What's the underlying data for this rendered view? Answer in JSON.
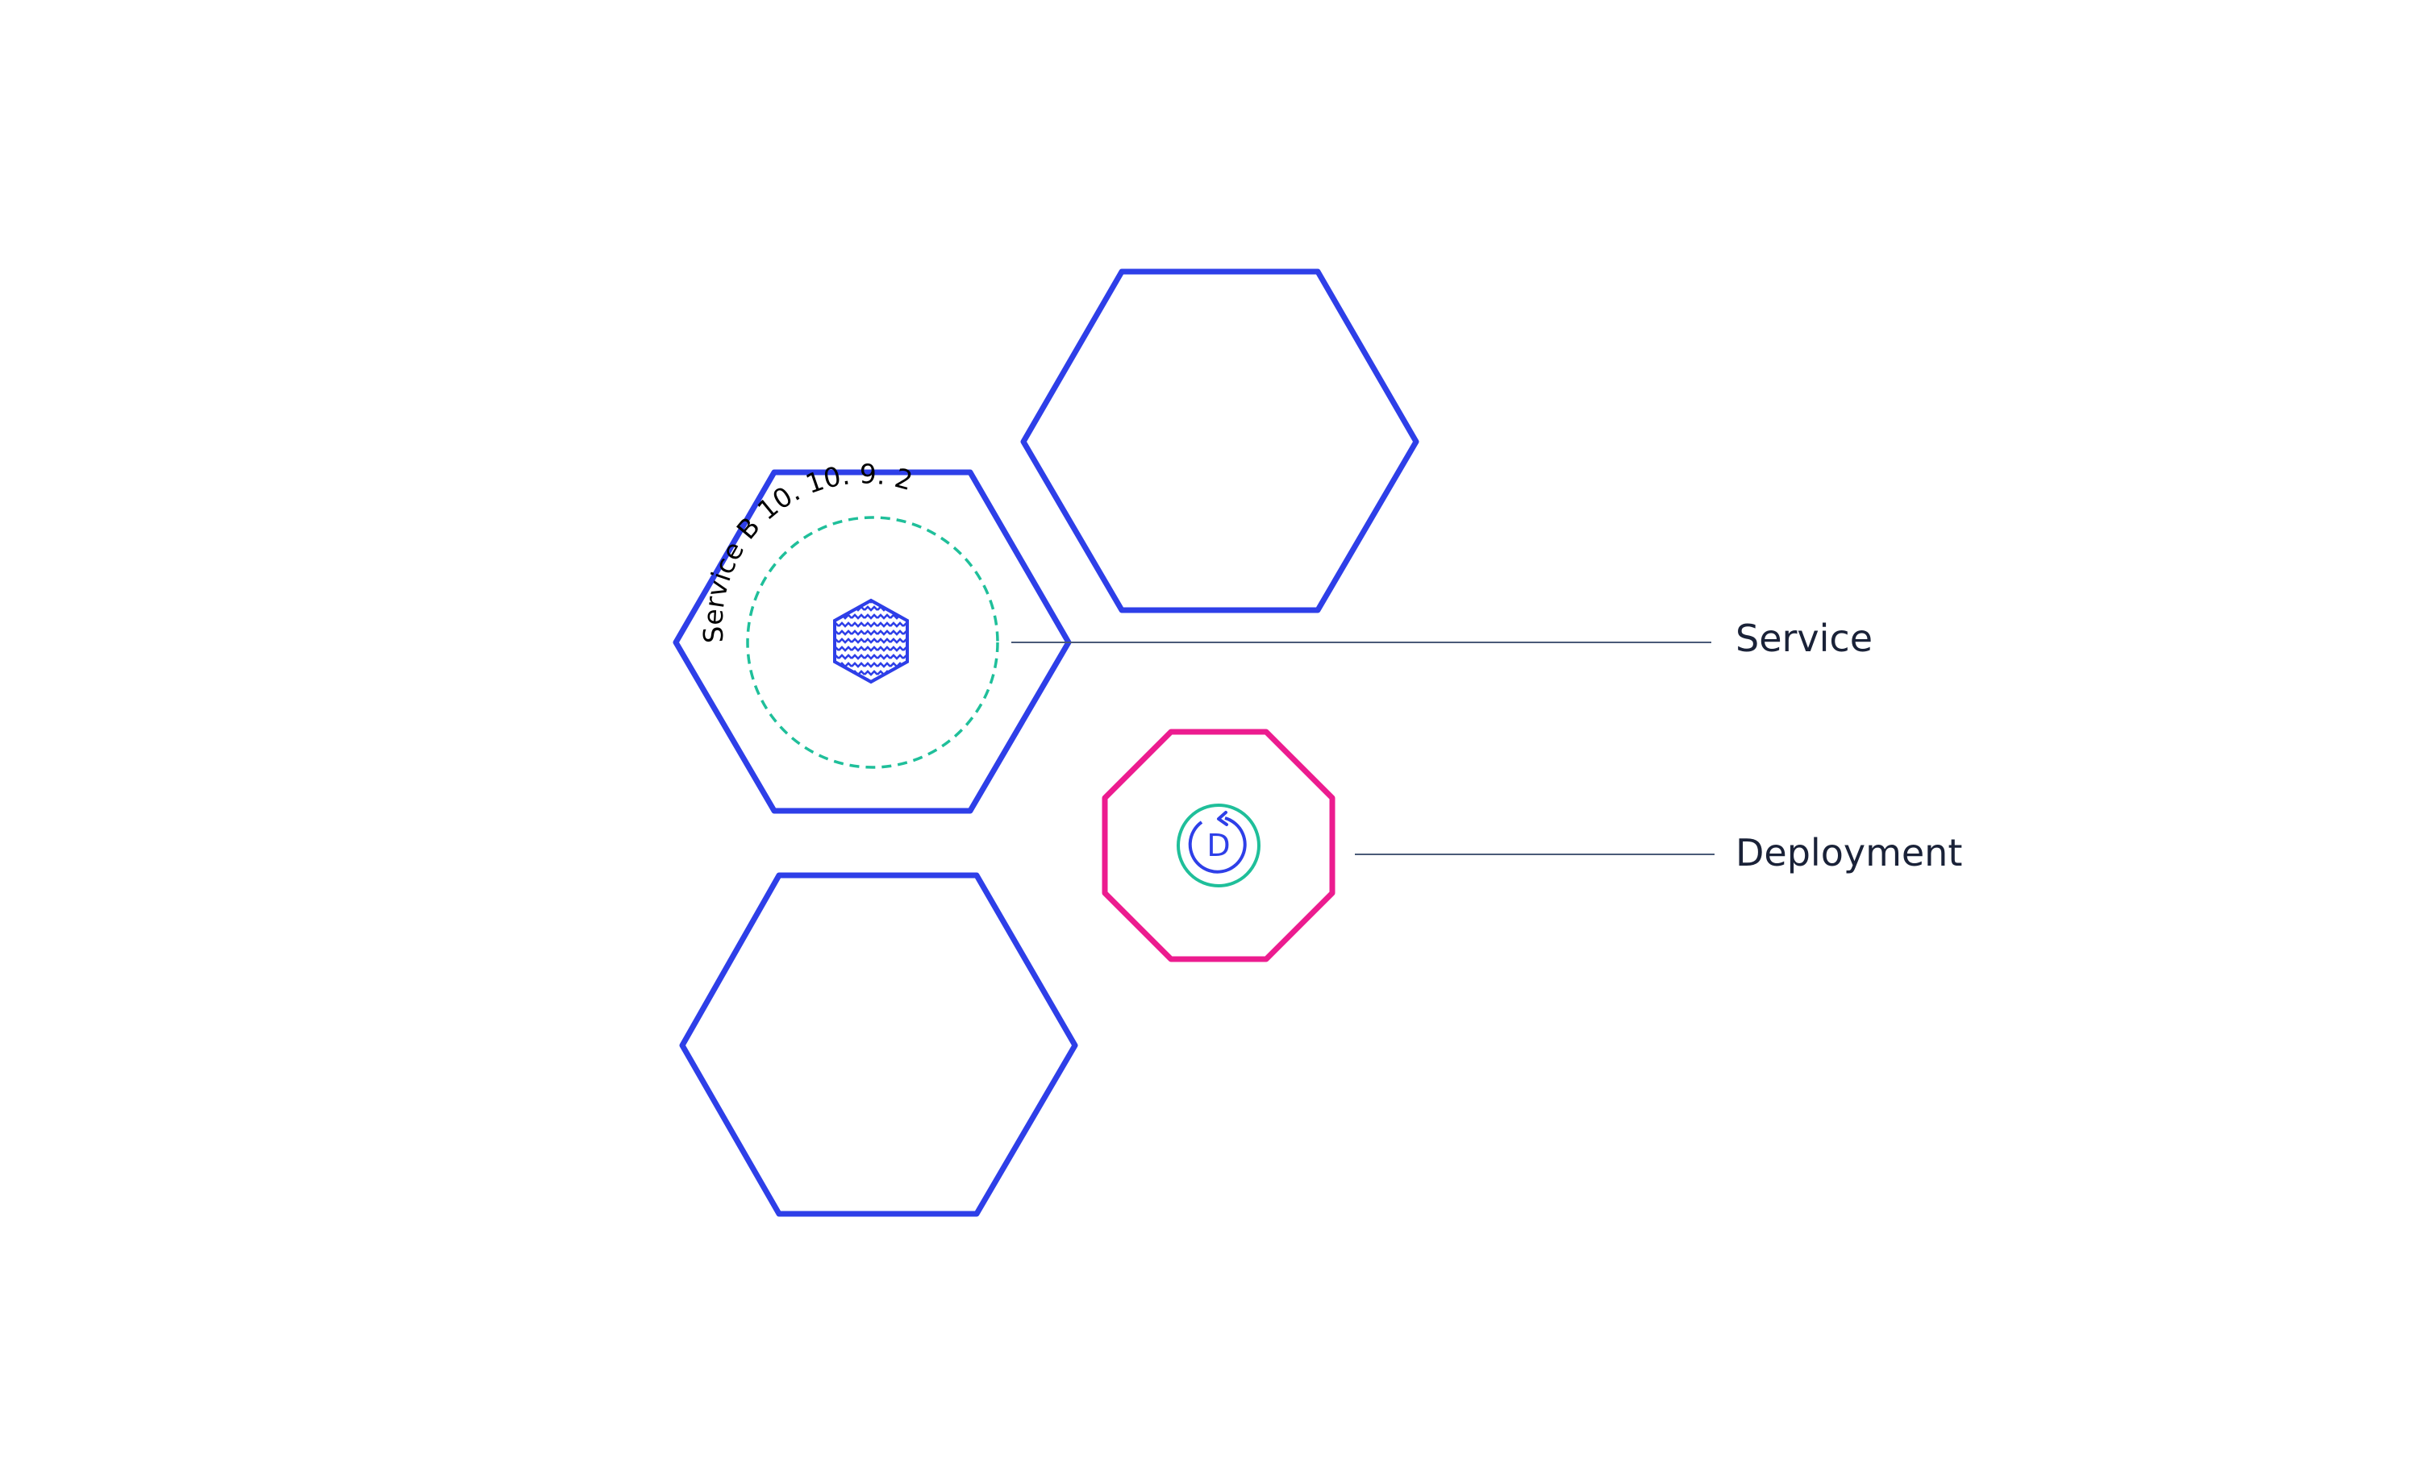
{
  "diagram": {
    "arc_label": "Service B 10. 10. 9. 2",
    "legend": {
      "service_label": "Service",
      "deployment_label": "Deployment"
    },
    "deployment_letter": "D",
    "colors": {
      "hexagon_stroke": "#2e3fe8",
      "octagon_stroke": "#ec1c8f",
      "dashed_circle": "#1fbf9a",
      "leader_line": "#4a5a78",
      "text": "#1a2238"
    }
  }
}
